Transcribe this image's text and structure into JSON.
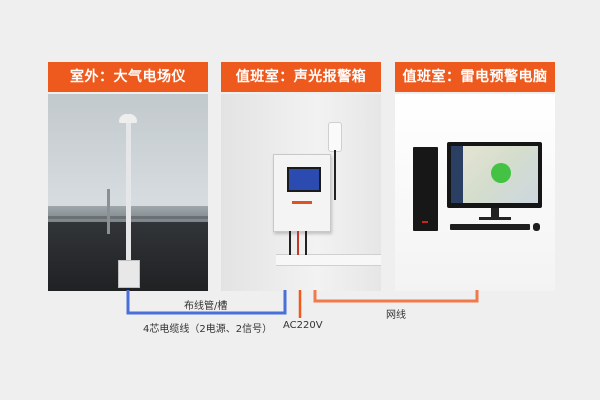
{
  "panels": [
    {
      "title": "室外：大气电场仪"
    },
    {
      "title": "值班室：声光报警箱"
    },
    {
      "title": "值班室：雷电预警电脑"
    }
  ],
  "connections": {
    "conduit_label": "布线管/槽",
    "cable_label": "4芯电缆线（2电源、2信号）",
    "power_label": "AC220V",
    "network_label": "网线"
  },
  "colors": {
    "header_bg": "#ee5a1e",
    "cable_line": "#4a6fd8",
    "network_line": "#f07a4b",
    "background": "#efefef"
  },
  "icons": [
    "electric-field-mill",
    "sound-light-alarm-box",
    "desktop-computer"
  ]
}
